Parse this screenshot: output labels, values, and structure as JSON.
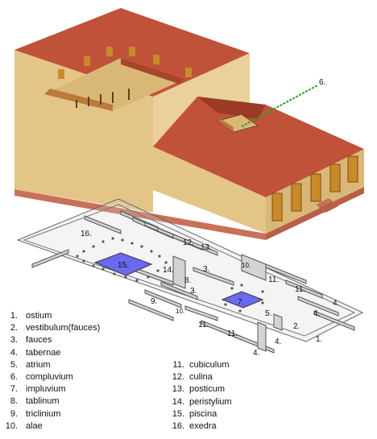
{
  "figure": {
    "callout_label": "6.",
    "plan_labels": [
      {
        "id": "exedra",
        "text": "16."
      },
      {
        "id": "culina",
        "text": "12."
      },
      {
        "id": "posticum",
        "text": "13."
      },
      {
        "id": "piscina",
        "text": "15."
      },
      {
        "id": "peristylium",
        "text": "14."
      },
      {
        "id": "fauces-1",
        "text": "3."
      },
      {
        "id": "fauces-2",
        "text": "3."
      },
      {
        "id": "tablinum",
        "text": "8."
      },
      {
        "id": "triclinium",
        "text": "9."
      },
      {
        "id": "alae-1",
        "text": "10."
      },
      {
        "id": "alae-2",
        "text": "10."
      },
      {
        "id": "impluvium",
        "text": "7."
      },
      {
        "id": "atrium",
        "text": "5."
      },
      {
        "id": "vestibulum",
        "text": "2."
      },
      {
        "id": "ostium",
        "text": "1."
      },
      {
        "id": "cubiculum-1",
        "text": "11."
      },
      {
        "id": "cubiculum-2",
        "text": "11."
      },
      {
        "id": "cubiculum-3",
        "text": "11."
      },
      {
        "id": "cubiculum-4",
        "text": "11."
      },
      {
        "id": "tabernae-1",
        "text": "4."
      },
      {
        "id": "tabernae-2",
        "text": "4."
      },
      {
        "id": "tabernae-3",
        "text": "4."
      },
      {
        "id": "tabernae-4",
        "text": "4."
      }
    ]
  },
  "legend": {
    "left": [
      {
        "num": "1.",
        "name": "ostium"
      },
      {
        "num": "2.",
        "name": "vestibulum(fauces)"
      },
      {
        "num": "3.",
        "name": "fauces"
      },
      {
        "num": "4.",
        "name": "tabernae"
      },
      {
        "num": "5.",
        "name": "atrium"
      },
      {
        "num": "6.",
        "name": "compluvium"
      },
      {
        "num": "7.",
        "name": "impluvium"
      },
      {
        "num": "8.",
        "name": "tablinum"
      },
      {
        "num": "9.",
        "name": "triclinium"
      },
      {
        "num": "10.",
        "name": "alae"
      }
    ],
    "right": [
      {
        "num": "11.",
        "name": "cubiculum"
      },
      {
        "num": "12.",
        "name": "culina"
      },
      {
        "num": "13.",
        "name": "posticum"
      },
      {
        "num": "14.",
        "name": "peristylium"
      },
      {
        "num": "15.",
        "name": "piscina"
      },
      {
        "num": "16.",
        "name": "exedra"
      }
    ]
  },
  "colors": {
    "roof": "#c0523a",
    "roof_dark": "#9c3a27",
    "wall": "#e2c184",
    "wall_shade": "#c9a266",
    "base": "#d3735c",
    "door": "#c98a2a",
    "plan_wall": "#bdbdbd",
    "plan_outline": "#555555",
    "pool": "#6a6af0",
    "callout": "#2aa02a"
  }
}
